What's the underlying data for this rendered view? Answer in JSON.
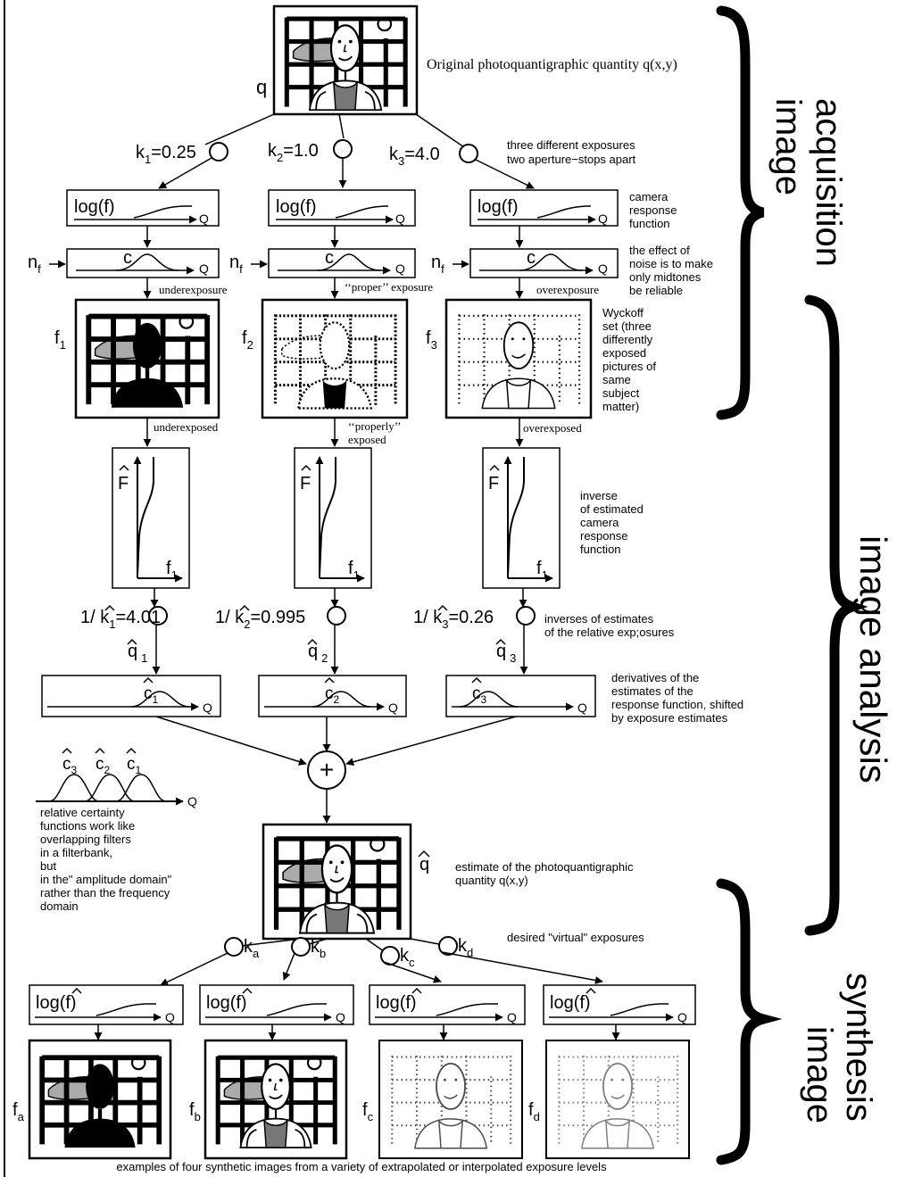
{
  "top": {
    "q_label": "q",
    "caption": "Original photoquantigraphic quantity q(x,y)"
  },
  "exposures": [
    {
      "k_sub": "1",
      "k_val": "=0.25"
    },
    {
      "k_sub": "2",
      "k_val": "=1.0"
    },
    {
      "k_sub": "3",
      "k_val": "=4.0"
    }
  ],
  "exposure_note": [
    "three different exposures",
    "two aperture−stops apart"
  ],
  "response": {
    "label": "log(f)",
    "q": "Q",
    "note": [
      "camera",
      "response",
      "function"
    ]
  },
  "noise": {
    "n": "n",
    "n_sub": "f",
    "c": "c",
    "q": "Q",
    "note": [
      "the effect of",
      "noise is to make",
      "only midtones",
      "be reliable"
    ]
  },
  "exposure_labels": [
    "underexposure",
    "‘‘proper’’ exposure",
    "overexposure"
  ],
  "wyckoff": {
    "f": "f",
    "subs": [
      "1",
      "2",
      "3"
    ],
    "note": [
      "Wyckoff",
      "set (three",
      "differently",
      "exposed",
      "pictures of",
      "same",
      "subject",
      "matter)"
    ]
  },
  "exposed_labels": {
    "under": "underexposed",
    "proper": [
      "‘‘properly’’",
      "exposed"
    ],
    "over": "overexposed"
  },
  "inverse": {
    "F": "F",
    "f": "f",
    "f_sub": "1",
    "note": [
      "inverse",
      "of estimated",
      "camera",
      "response",
      "function"
    ]
  },
  "inv_estimates": [
    {
      "prefix": "1/",
      "k_sub": "1",
      "val": "=4.01",
      "q_sub": "1"
    },
    {
      "prefix": "1/",
      "k_sub": "2",
      "val": "=0.995",
      "q_sub": "2"
    },
    {
      "prefix": "1/",
      "k_sub": "3",
      "val": "=0.26",
      "q_sub": "3"
    }
  ],
  "inv_note": [
    "inverses of estimates",
    "of the relative exp;osures"
  ],
  "certainty": {
    "c": "c",
    "q": "Q",
    "subs": [
      "1",
      "2",
      "3"
    ],
    "note": [
      "derivatives of the",
      "estimates of the",
      "response function, shifted",
      "by exposure estimates"
    ]
  },
  "sum_symbol": "+",
  "filterbank": {
    "c_subs": [
      "3",
      "2",
      "1"
    ],
    "q": "Q",
    "note": [
      "relative certainty",
      "functions work like",
      "overlapping filters",
      "in a filterbank,",
      "but",
      "in the\" amplitude domain\"",
      "rather than the frequency",
      "domain"
    ]
  },
  "estimate": {
    "q": "q",
    "note": [
      "estimate of the photoquantigraphic",
      "quantity q(x,y)"
    ]
  },
  "virtual": {
    "k": "k",
    "subs": [
      "a",
      "b",
      "c",
      "d"
    ],
    "note": "desired \"virtual\" exposures"
  },
  "synth_response": {
    "label_pre": "log(",
    "label_f": "f",
    "label_post": ")",
    "q": "Q"
  },
  "synthetic": {
    "f": "f",
    "subs": [
      "a",
      "b",
      "c",
      "d"
    ]
  },
  "bottom_caption": "examples of four synthetic images from a variety of extrapolated or interpolated exposure levels",
  "brackets": {
    "acquisition": [
      "image",
      "acquisition"
    ],
    "analysis": "image analysis",
    "synthesis": [
      "image",
      "synthesis"
    ]
  }
}
